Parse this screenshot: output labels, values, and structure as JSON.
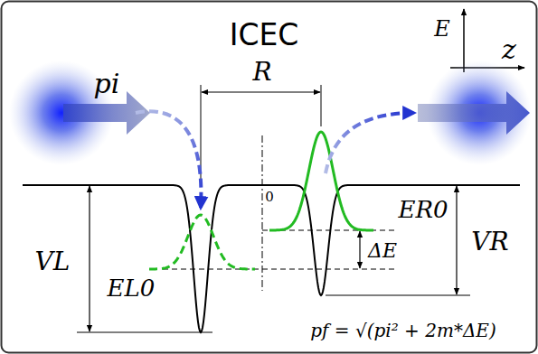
{
  "diagram": {
    "title": "ICEC",
    "labels": [
      "pi",
      "R",
      "0",
      "E",
      "z",
      "VL",
      "EL0",
      "ΔE",
      "ER0",
      "VR",
      "pf = √(pi² + 2m*ΔE)"
    ]
  }
}
